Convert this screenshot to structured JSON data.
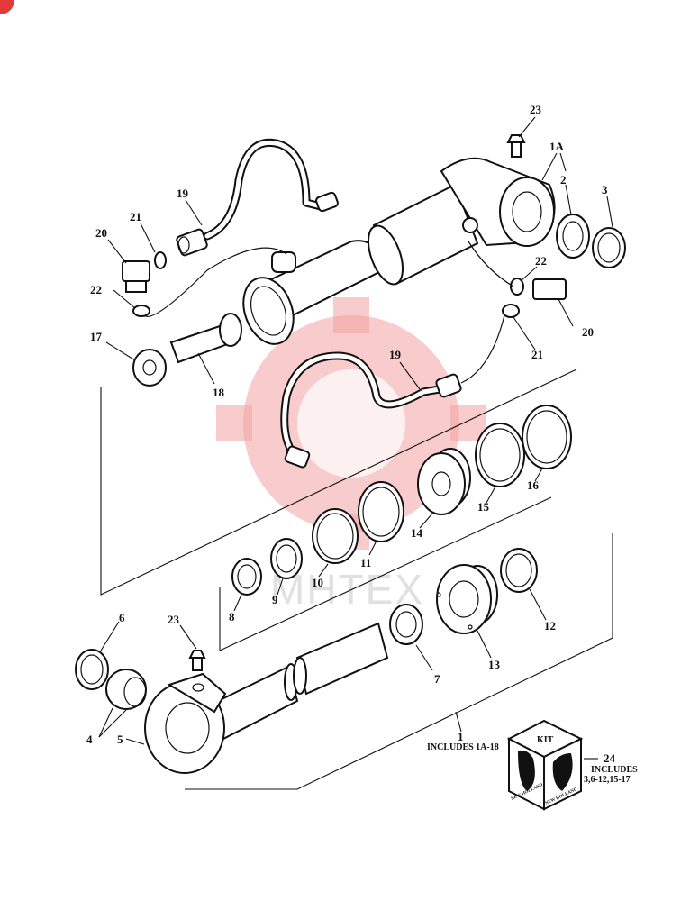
{
  "watermark": {
    "text": "MHTEX"
  },
  "callouts": [
    {
      "id": "c23a",
      "text": "23"
    },
    {
      "id": "c1A",
      "text": "1A"
    },
    {
      "id": "c2",
      "text": "2"
    },
    {
      "id": "c3",
      "text": "3"
    },
    {
      "id": "c19a",
      "text": "19"
    },
    {
      "id": "c21a",
      "text": "21"
    },
    {
      "id": "c20a",
      "text": "20"
    },
    {
      "id": "c22a",
      "text": "22"
    },
    {
      "id": "c17",
      "text": "17"
    },
    {
      "id": "c18",
      "text": "18"
    },
    {
      "id": "c22b",
      "text": "22"
    },
    {
      "id": "c20b",
      "text": "20"
    },
    {
      "id": "c21b",
      "text": "21"
    },
    {
      "id": "c19b",
      "text": "19"
    },
    {
      "id": "c16",
      "text": "16"
    },
    {
      "id": "c15",
      "text": "15"
    },
    {
      "id": "c14",
      "text": "14"
    },
    {
      "id": "c11",
      "text": "11"
    },
    {
      "id": "c10",
      "text": "10"
    },
    {
      "id": "c9",
      "text": "9"
    },
    {
      "id": "c8",
      "text": "8"
    },
    {
      "id": "c12",
      "text": "12"
    },
    {
      "id": "c13",
      "text": "13"
    },
    {
      "id": "c7",
      "text": "7"
    },
    {
      "id": "c6",
      "text": "6"
    },
    {
      "id": "c23b",
      "text": "23"
    },
    {
      "id": "c4",
      "text": "4"
    },
    {
      "id": "c5",
      "text": "5"
    },
    {
      "id": "c1",
      "text": "1"
    },
    {
      "id": "c24",
      "text": "24"
    }
  ],
  "notes": {
    "includes_1": "INCLUDES 1A-18",
    "includes_24_title": "INCLUDES",
    "includes_24_list": "3,6-12,15-17",
    "kit_label": "KIT",
    "brand_left": "NEW HOLLAND",
    "brand_right": "NEW HOLLAND"
  },
  "colors": {
    "ink": "#111111",
    "watermark": "#f2a3a3",
    "corner_badge": "#e03a3a"
  }
}
